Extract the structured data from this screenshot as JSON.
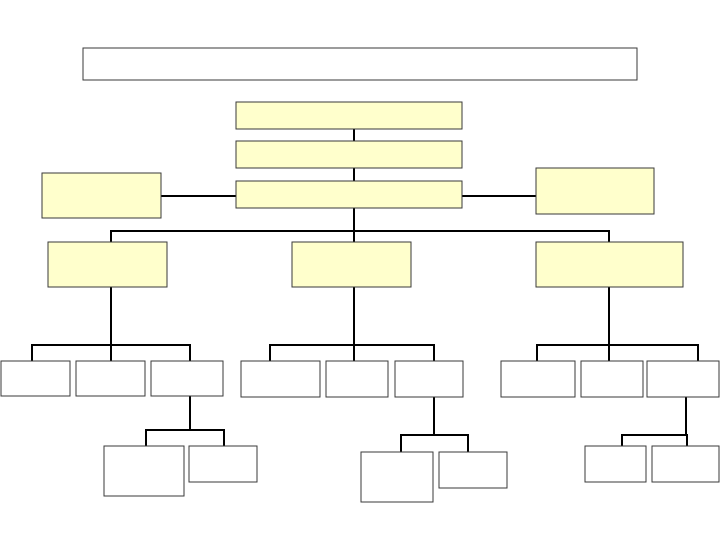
{
  "diagram": {
    "type": "org-chart",
    "labels": "none",
    "colors": {
      "background": "#ffffff",
      "title_box": "#ffffff",
      "highlight_box": "#ffffcc",
      "plain_box": "#ffffff",
      "line": "#000000",
      "border": "#3a3a3a"
    },
    "title_box_text": "",
    "top_chain_count": 3,
    "staff_box_count": 2,
    "division_count": 3,
    "units_per_division": 3,
    "subunits_per_division": 2
  }
}
